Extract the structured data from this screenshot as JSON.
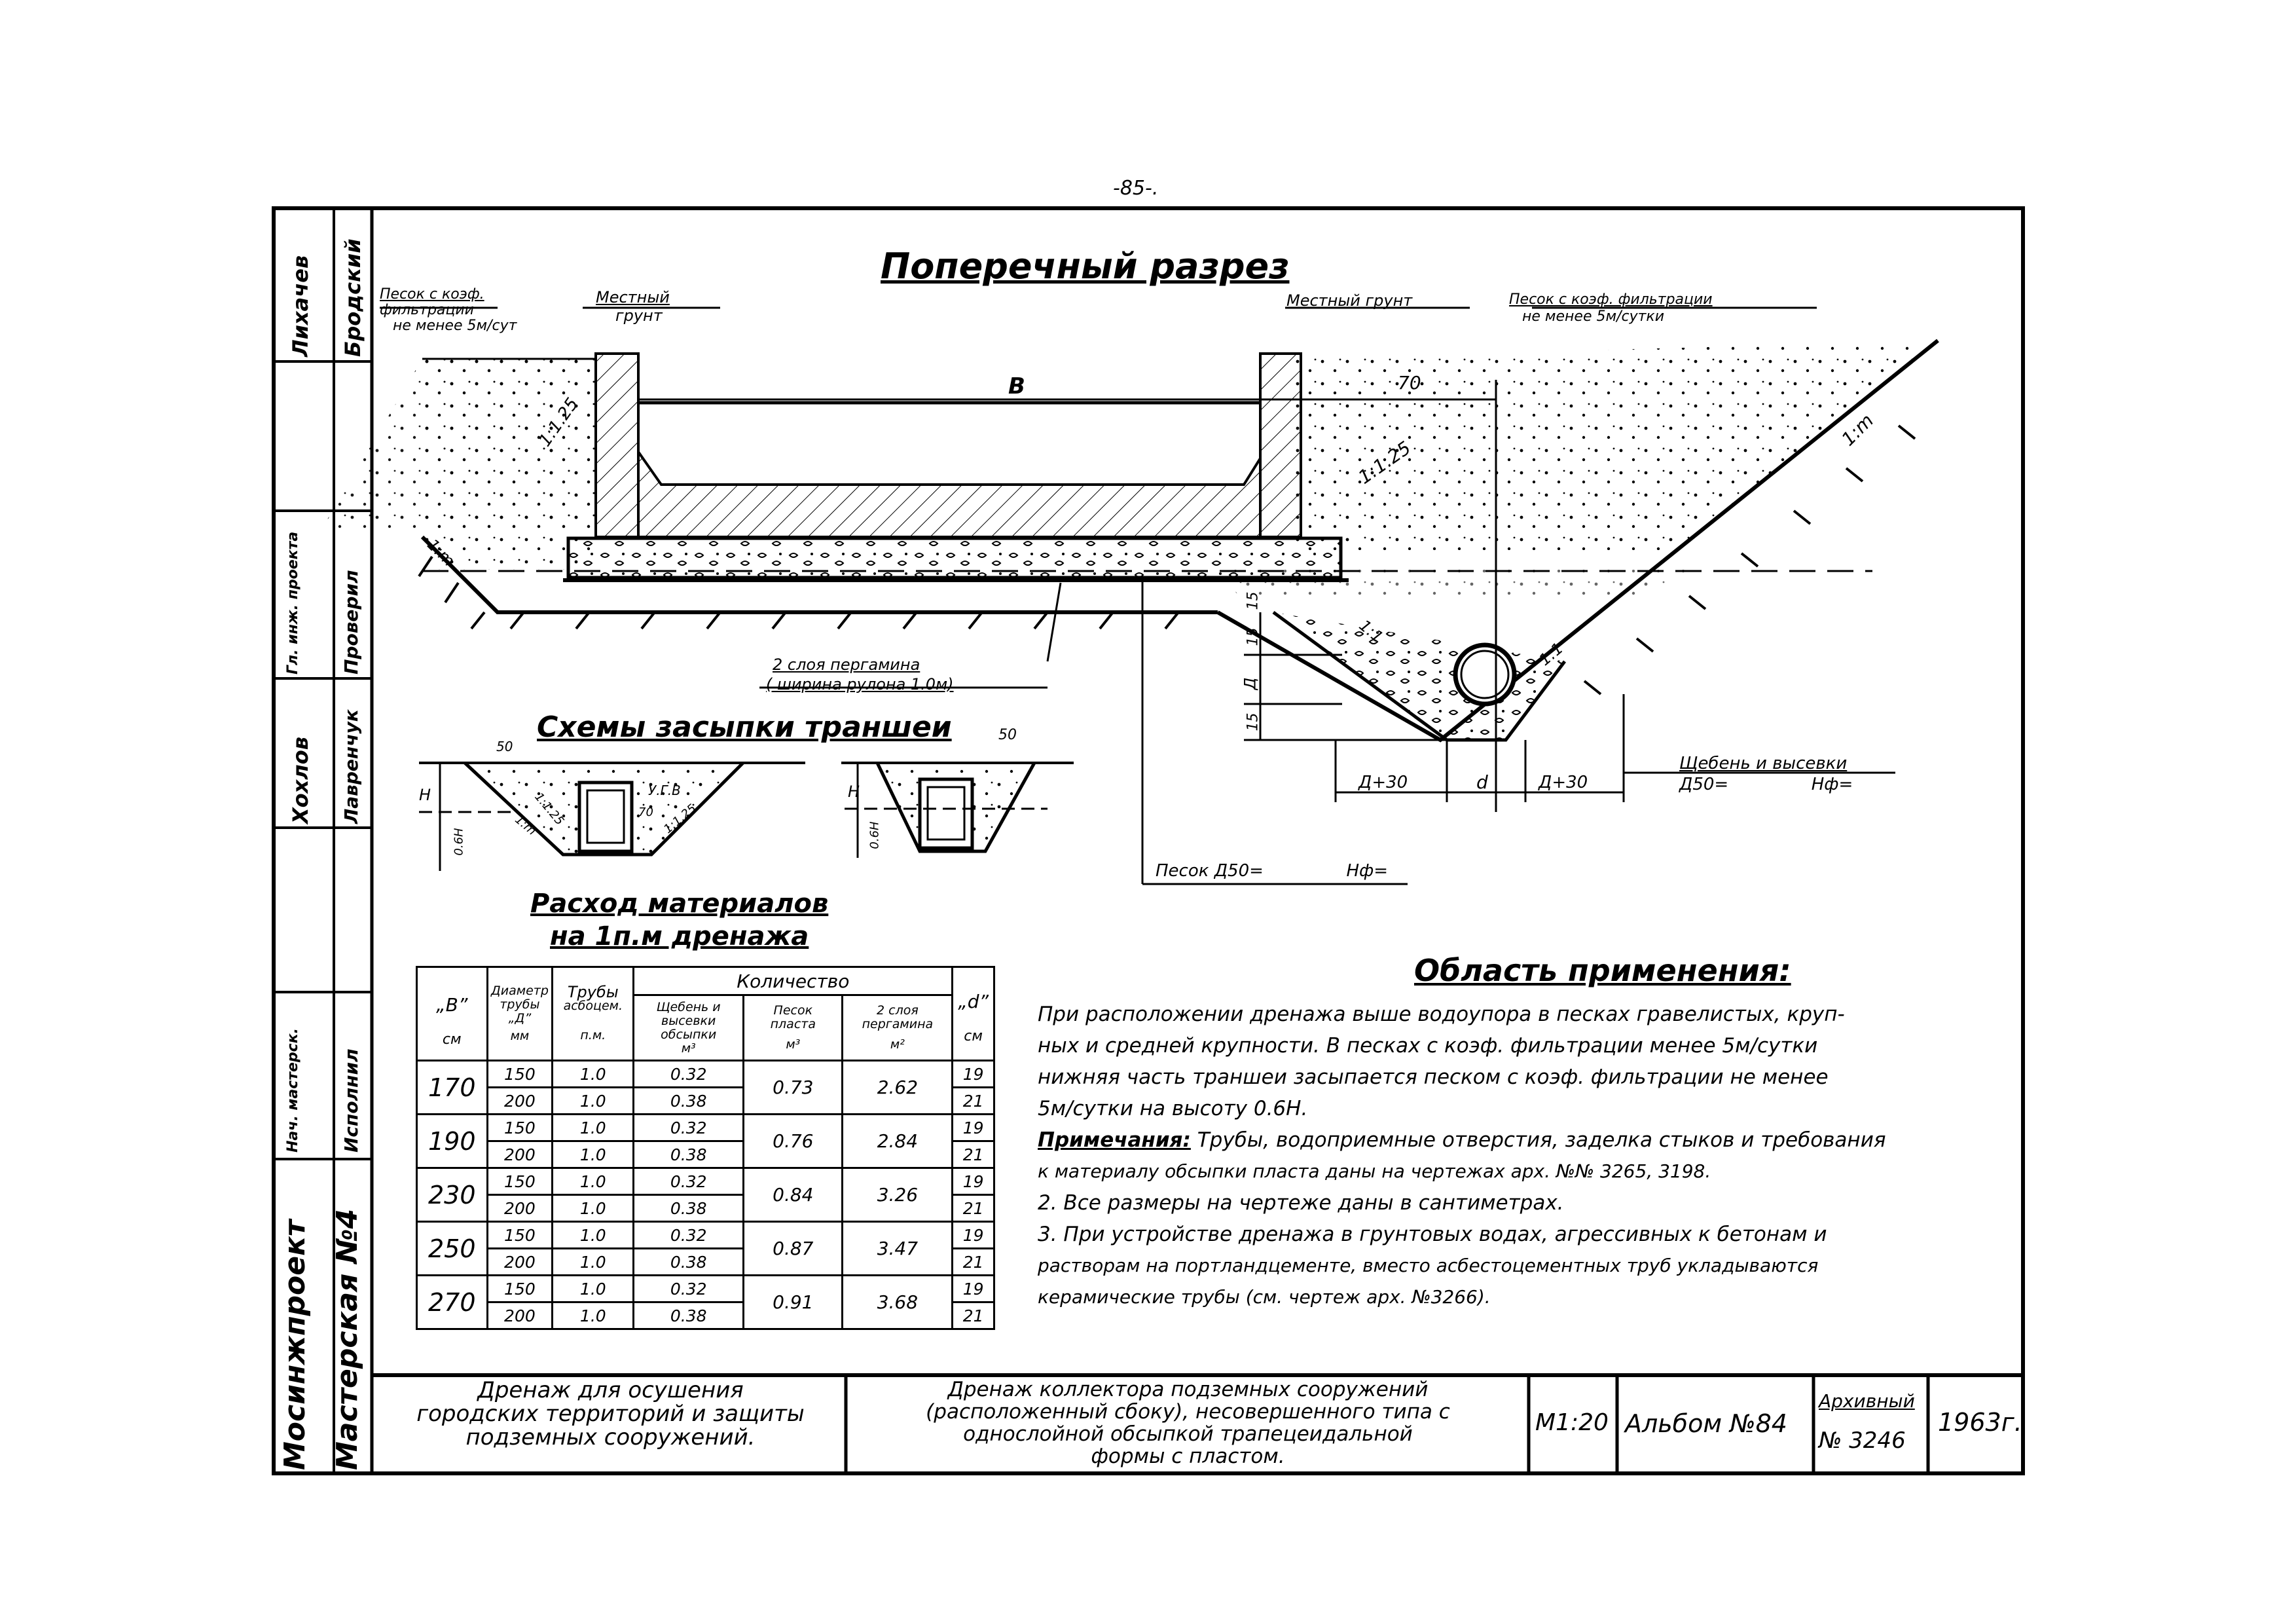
{
  "page_number": "-85-.",
  "main_title": "Поперечный разрез",
  "labels": {
    "sand_left_1": "Песок с коэф.",
    "sand_left_2": "фильтрации",
    "sand_left_3": "не менее 5м/сут",
    "local_soil_left_1": "Местный",
    "local_soil_left_2": "грунт",
    "local_soil_right": "Местный грунт",
    "sand_right_1": "Песок с коэф. фильтрации",
    "sand_right_2": "не менее 5м/сутки",
    "width_B": "В",
    "dim_70": "70",
    "slope_125_left": "1:1.25",
    "slope_125_right": "1:1.25",
    "slope_m_left": "1:m",
    "slope_m_right": "1:m",
    "slope_1_1_left": "1:1",
    "slope_1_1_right": "1:1",
    "dim_15_a": "15",
    "dim_15_b": "15",
    "dim_15_c": "15",
    "dim_D_vert": "Д",
    "dim_D30_left": "Д+30",
    "dim_d": "d",
    "dim_D30_right": "Д+30",
    "roofing_1": "2 слоя пергамина",
    "roofing_2": "( ширина рулона 1.0м)",
    "gravel_1": "Щебень и высевки",
    "gravel_2": "Д50=",
    "gravel_3": "Нф=",
    "sand_bottom_1": "Песок Д50=",
    "sand_bottom_2": "Нф="
  },
  "backfill": {
    "title": "Схемы засыпки траншеи",
    "dim_50_a": "50",
    "dim_50_b": "50",
    "ugv": "У.Г.В",
    "slope_125": "1:1.25",
    "slope_125b": "1:1.25",
    "dim_70": "70",
    "slope_m": "1:m",
    "dim_H": "H",
    "dim_06H": "0.6H",
    "dim_H_b": "H",
    "dim_06H_b": "0.6H"
  },
  "consumption": {
    "title_1": "Расход материалов",
    "title_2": "на 1п.м дренажа",
    "h_B": "„В”",
    "h_B_unit": "см",
    "h_D_1": "Диаметр",
    "h_D_2": "трубы",
    "h_D_3": "„Д”",
    "h_D_unit": "мм",
    "h_pipes_1": "Трубы",
    "h_pipes_2": "асбоцем.",
    "h_pipes_unit": "п.м.",
    "h_qty": "Количество",
    "h_gravel_1": "Щебень и",
    "h_gravel_2": "высевки",
    "h_gravel_3": "обсыпки",
    "h_gravel_unit": "м³",
    "h_sand_1": "Песок",
    "h_sand_2": "пласта",
    "h_sand_unit": "м³",
    "h_roof_1": "2 слоя",
    "h_roof_2": "пергамина",
    "h_roof_unit": "м²",
    "h_d": "„d”",
    "h_d_unit": "см",
    "rows": [
      {
        "B": "170",
        "sand": "0.73",
        "roof": "2.62",
        "sub": [
          {
            "D": "150",
            "pipe": "1.0",
            "gravel": "0.32",
            "d": "19"
          },
          {
            "D": "200",
            "pipe": "1.0",
            "gravel": "0.38",
            "d": "21"
          }
        ]
      },
      {
        "B": "190",
        "sand": "0.76",
        "roof": "2.84",
        "sub": [
          {
            "D": "150",
            "pipe": "1.0",
            "gravel": "0.32",
            "d": "19"
          },
          {
            "D": "200",
            "pipe": "1.0",
            "gravel": "0.38",
            "d": "21"
          }
        ]
      },
      {
        "B": "230",
        "sand": "0.84",
        "roof": "3.26",
        "sub": [
          {
            "D": "150",
            "pipe": "1.0",
            "gravel": "0.32",
            "d": "19"
          },
          {
            "D": "200",
            "pipe": "1.0",
            "gravel": "0.38",
            "d": "21"
          }
        ]
      },
      {
        "B": "250",
        "sand": "0.87",
        "roof": "3.47",
        "sub": [
          {
            "D": "150",
            "pipe": "1.0",
            "gravel": "0.32",
            "d": "19"
          },
          {
            "D": "200",
            "pipe": "1.0",
            "gravel": "0.38",
            "d": "21"
          }
        ]
      },
      {
        "B": "270",
        "sand": "0.91",
        "roof": "3.68",
        "sub": [
          {
            "D": "150",
            "pipe": "1.0",
            "gravel": "0.32",
            "d": "19"
          },
          {
            "D": "200",
            "pipe": "1.0",
            "gravel": "0.38",
            "d": "21"
          }
        ]
      }
    ]
  },
  "application": {
    "title": "Область применения:",
    "line1": "При расположении дренажа выше водоупора в песках гравелистых, круп-",
    "line2": "ных и средней крупности.  В песках с коэф. фильтрации менее 5м/сутки",
    "line3": "нижняя часть траншеи засыпается песком с коэф. фильтрации не менее",
    "line4": "5м/сутки на высоту 0.6Н.",
    "notes_title": "Примечания:",
    "note1a": " Трубы, водоприемные отверстия, заделка стыков и требования",
    "note1b": "к материалу обсыпки пласта даны на чертежах арх. №№ 3265, 3198.",
    "note2": "2. Все размеры на чертеже даны в сантиметрах.",
    "note3a": "3. При устройстве дренажа в грунтовых водах, агрессивных к бетонам и",
    "note3b": "растворам на портландцементе, вместо асбестоцементных труб укладываются",
    "note3c": "керамические трубы (см. чертеж арх. №3266)."
  },
  "stamp": {
    "col1_top": "Мосинжпроект",
    "col1_bottom": "Мастерская №4",
    "role1": "Нач. мастерск.",
    "name1": "Исполнил",
    "role2": "Гл. инж. проекта",
    "name2": "Проверил",
    "sig_person_1": "Лихачев",
    "sig_person_2": "Бродский",
    "sig_person_3": "Хохлов",
    "sig_person_4": "Лавренчук",
    "title_left_1": "Дренаж для осушения",
    "title_left_2": "городских территорий и защиты",
    "title_left_3": "подземных сооружений.",
    "title_mid_1": "Дренаж коллектора подземных сооружений",
    "title_mid_2": "(расположенный сбоку), несовершенного типа с",
    "title_mid_3": "однослойной обсыпкой трапецеидальной",
    "title_mid_4": "формы с пластом.",
    "scale": "М1:20",
    "album": "Альбом №84",
    "archive_1": "Архивный",
    "archive_2": "№ 3246",
    "year": "1963г."
  }
}
